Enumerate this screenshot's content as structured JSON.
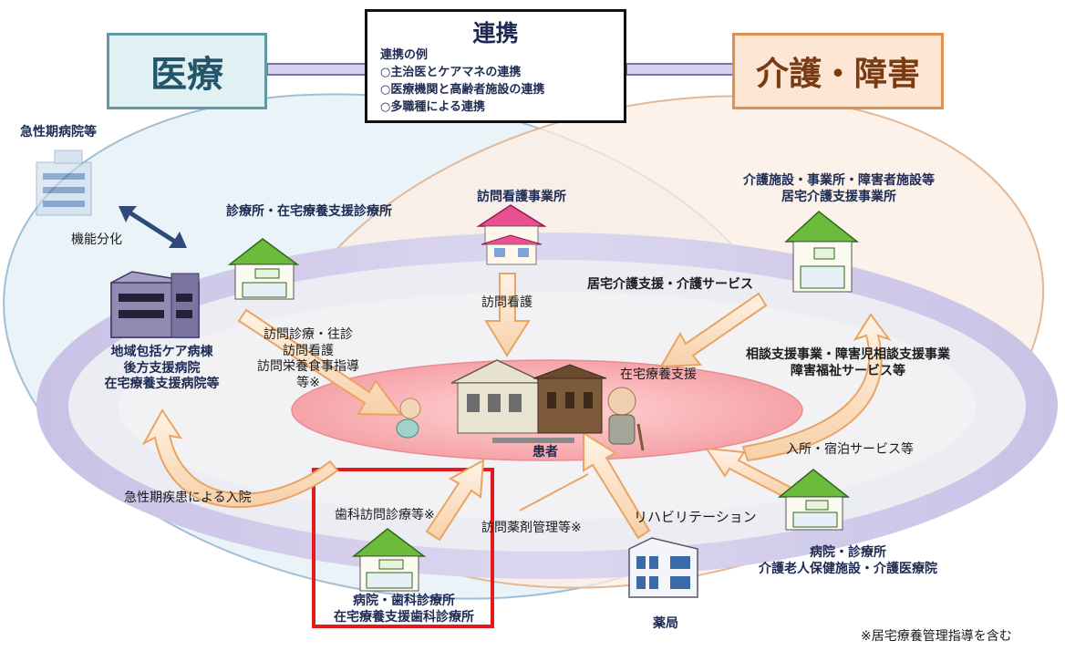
{
  "header": {
    "left_box": "医療",
    "right_box": "介護・障害",
    "center_title": "連携",
    "center_subtitle": "連携の例",
    "center_items": [
      "○主治医とケアマネの連携",
      "○医療機関と高齢者施設の連携",
      "○多職種による連携"
    ]
  },
  "facilities": {
    "acute_hospital": "急性期病院等",
    "clinic": "診療所・在宅療養支援診療所",
    "visiting_nursing_station": "訪問看護事業所",
    "care_facilities_line1": "介護施設・事業所・障害者施設等",
    "care_facilities_line2": "居宅介護支援事業所",
    "community_hospital_line1": "地域包括ケア病棟",
    "community_hospital_line2": "後方支援病院",
    "community_hospital_line3": "在宅療養支援病院等",
    "dental_line1": "病院・歯科診療所",
    "dental_line2": "在宅療養支援歯科診療所",
    "pharmacy": "薬局",
    "hospital_right_line1": "病院・診療所",
    "hospital_right_line2": "介護老人保健施設・介護医療院"
  },
  "services": {
    "functional_division": "機能分化",
    "home_visit_line1": "訪問診療・往診",
    "home_visit_line2": "訪問看護",
    "home_visit_line3": "訪問栄養食事指導",
    "home_visit_line4": "等※",
    "visiting_nursing": "訪問看護",
    "home_care_support": "居宅介護支援・介護サービス",
    "consultation_line1": "相談支援事業・障害児相談支援事業",
    "consultation_line2": "障害福祉サービス等",
    "home_medical_support": "在宅療養支援",
    "admission_services": "入所・宿泊サービス等",
    "acute_admission": "急性期疾患による入院",
    "dental_visit": "歯科訪問診療等※",
    "pharmaceutical_management": "訪問薬剤管理等※",
    "rehabilitation": "リハビリテーション",
    "patient": "患者"
  },
  "footnote": "※居宅療養管理指導を含む"
}
